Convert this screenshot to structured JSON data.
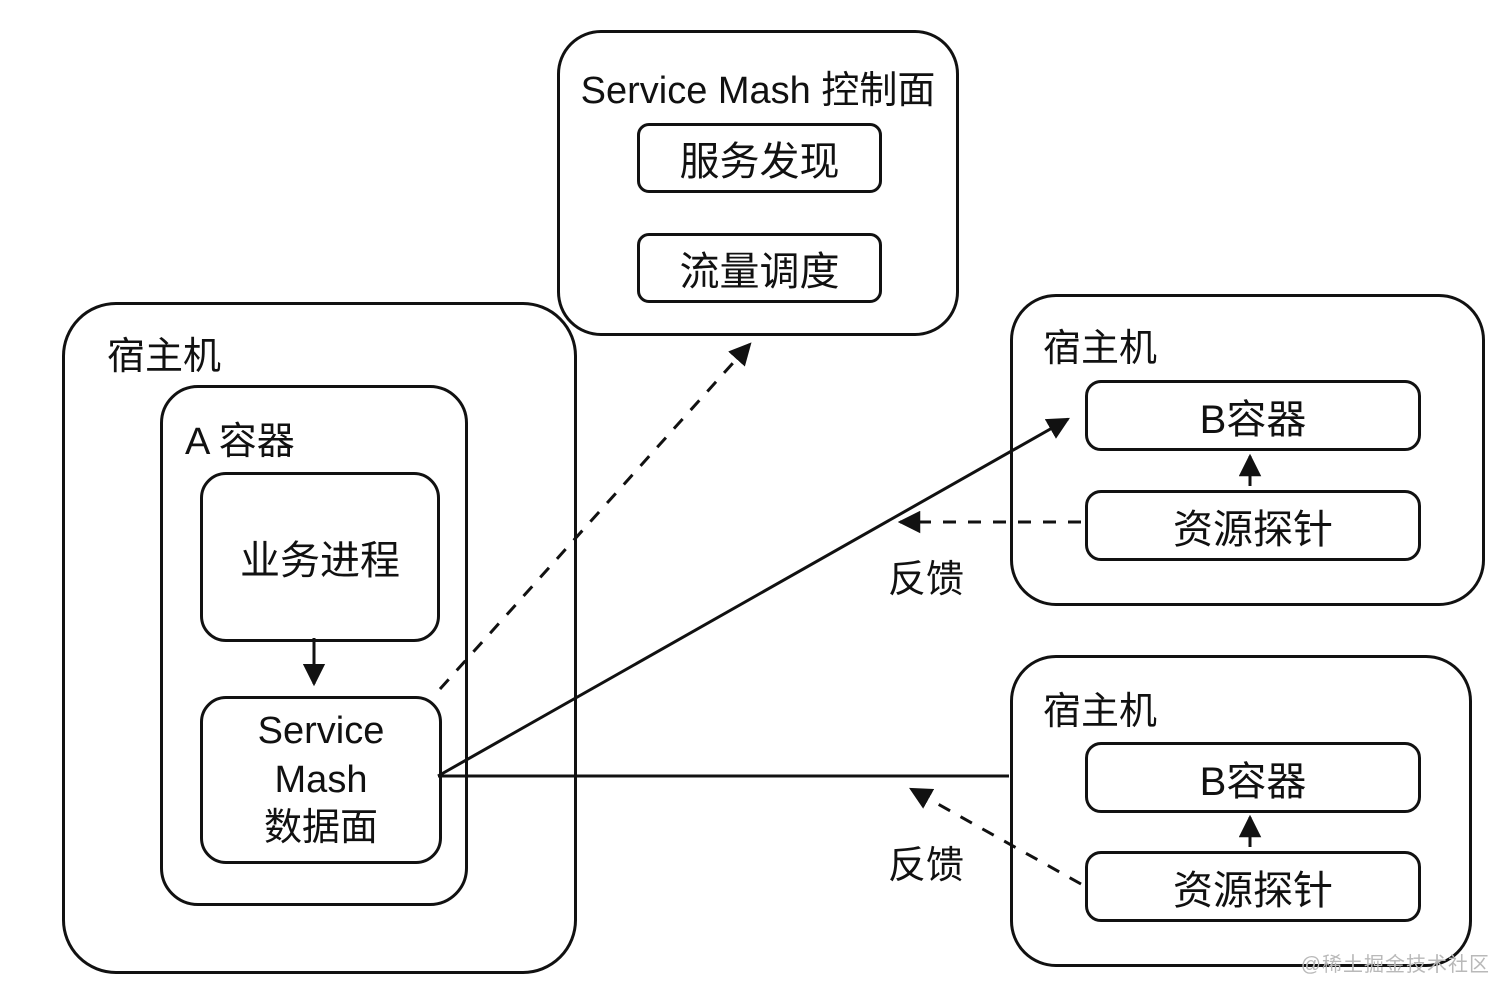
{
  "diagram": {
    "control_plane": {
      "title": "Service Mash 控制面",
      "items": [
        "服务发现",
        "流量调度"
      ]
    },
    "left_host": {
      "label": "宿主机",
      "container": {
        "label": "A 容器",
        "process": "业务进程",
        "data_plane_lines": [
          "Service",
          "Mash",
          "数据面"
        ]
      }
    },
    "right_hosts": [
      {
        "label": "宿主机",
        "container": "B容器",
        "probe": "资源探针"
      },
      {
        "label": "宿主机",
        "container": "B容器",
        "probe": "资源探针"
      }
    ],
    "edge_labels": {
      "feedback_top": "反馈",
      "feedback_bottom": "反馈"
    },
    "watermark": "@稀土掘金技术社区",
    "colors": {
      "stroke": "#111111",
      "background": "#ffffff",
      "watermark": "#b9b9b9"
    }
  }
}
